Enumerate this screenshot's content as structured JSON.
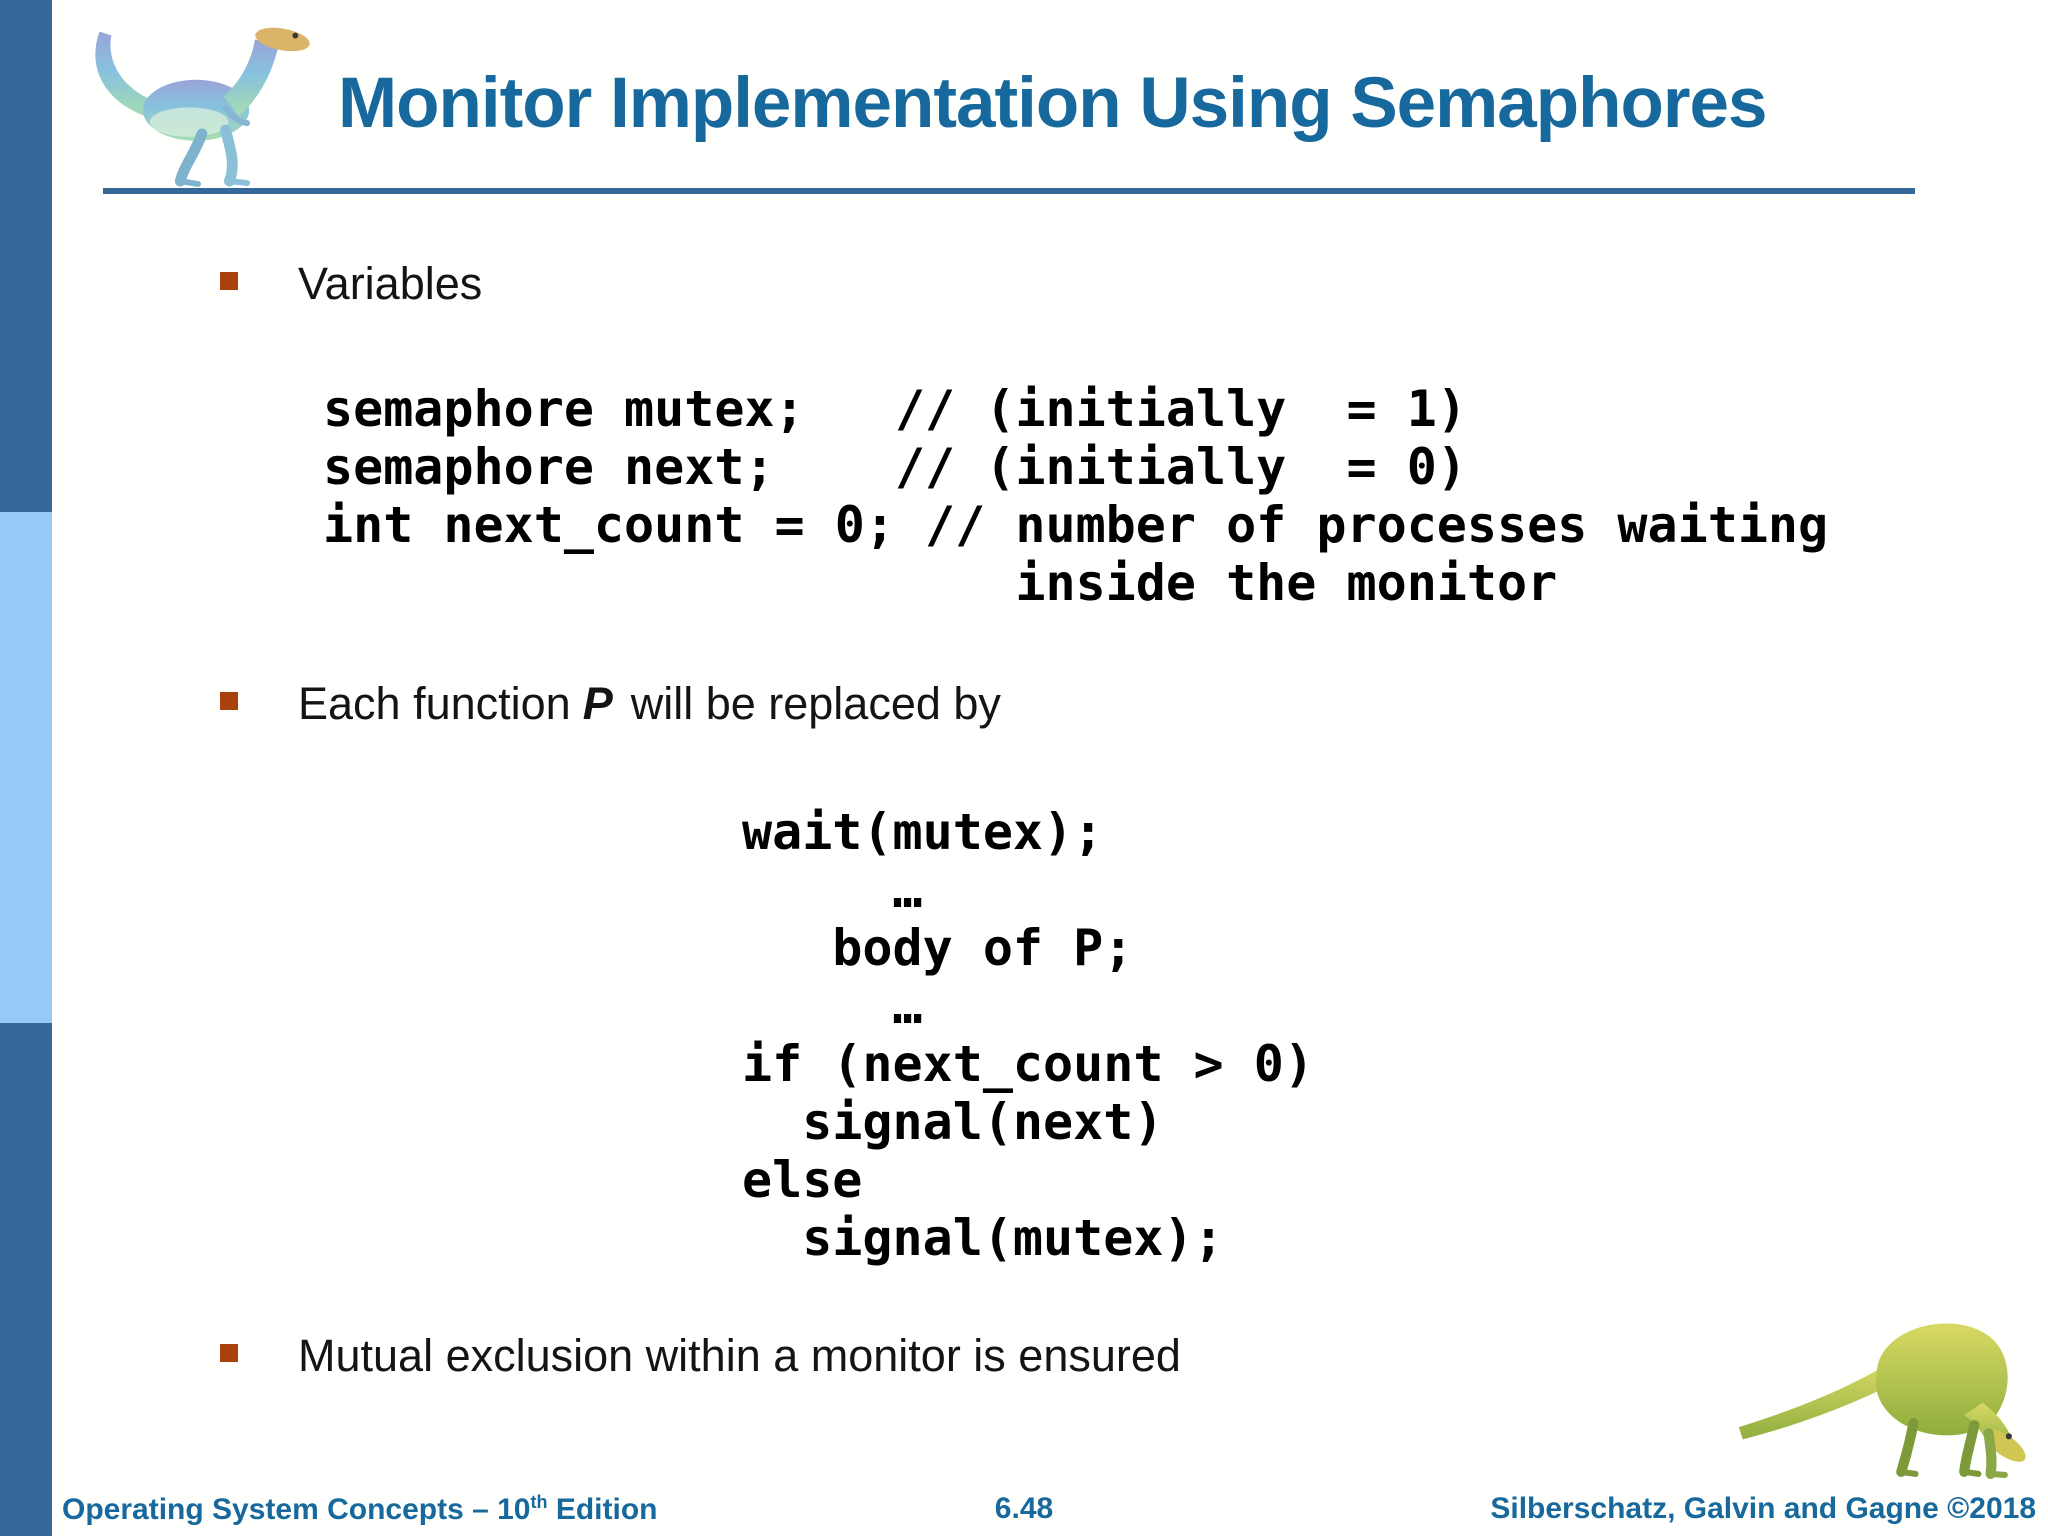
{
  "slide": {
    "title": "Monitor Implementation Using Semaphores",
    "bullets": [
      {
        "text": "Variables"
      },
      {
        "prefix": "Each function",
        "emphasis": "P",
        "suffix": "will be replaced by"
      },
      {
        "text": "Mutual exclusion within a monitor is ensured"
      }
    ],
    "code_variables": "semaphore mutex;   // (initially  = 1)\nsemaphore next;    // (initially  = 0)\nint next_count = 0; // number of processes waiting\n                       inside the monitor",
    "code_replacement": "wait(mutex);\n     …\n   body of P;\n     …\nif (next_count > 0)\n  signal(next)\nelse\n  signal(mutex);"
  },
  "footer": {
    "book_title_prefix": "Operating System Concepts – 10",
    "book_title_sup": "th",
    "book_title_suffix": " Edition",
    "page_number": "6.48",
    "authors": "Silberschatz, Galvin and Gagne ©2018"
  },
  "icons": {
    "top_left": "dinosaur-logo",
    "bottom_right": "dinosaur-logo"
  },
  "colors": {
    "accent_blue": "#17689C",
    "sidebar_blue": "#36689B",
    "sidebar_light_blue": "#98CAF8",
    "bullet_red": "#A8410E",
    "code_black": "#000000"
  }
}
